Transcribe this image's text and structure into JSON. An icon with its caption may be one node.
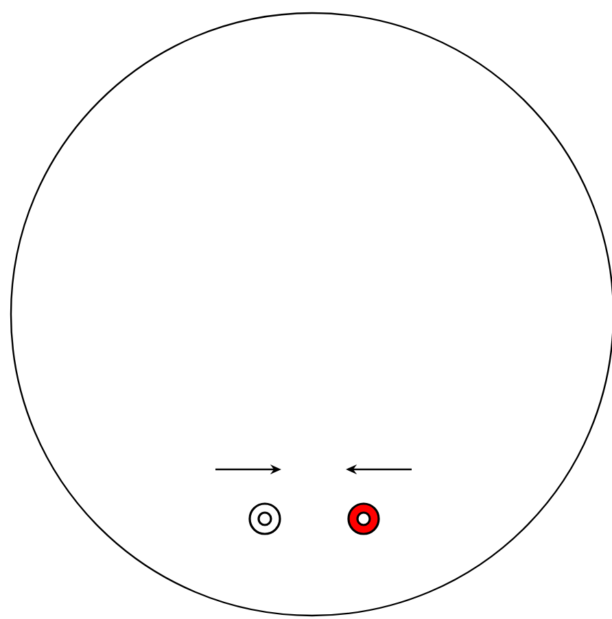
{
  "diagram": {
    "nodes": [
      {
        "text": [],
        "shape": "circle"
      },
      {
        "text": [],
        "shape": "circle",
        "in": 0
      },
      {
        "text": [],
        "shape": "circle",
        "in": 0
      }
    ]
  }
}
